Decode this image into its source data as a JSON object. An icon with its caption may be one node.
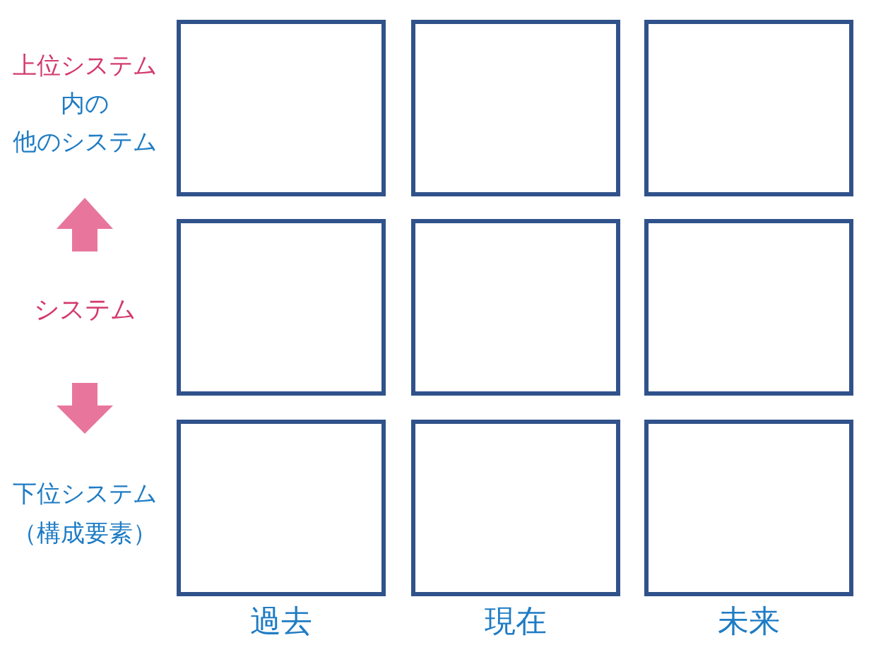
{
  "diagram": {
    "nodes": [
      {
        "text": [],
        "shape": "box"
      },
      {
        "text": [],
        "shape": "box"
      },
      {
        "text": [],
        "shape": "box"
      },
      {
        "text": [],
        "shape": "box"
      },
      {
        "text": [],
        "shape": "box"
      },
      {
        "text": [],
        "shape": "box"
      },
      {
        "text": [],
        "shape": "box"
      },
      {
        "text": [],
        "shape": "box"
      },
      {
        "text": [],
        "shape": "box"
      }
    ],
    "labels": [
      "上位システム",
      "内の",
      "他のシステム",
      "システム",
      "下位システム（構成要素）",
      "過去",
      "現在",
      "未来"
    ]
  }
}
